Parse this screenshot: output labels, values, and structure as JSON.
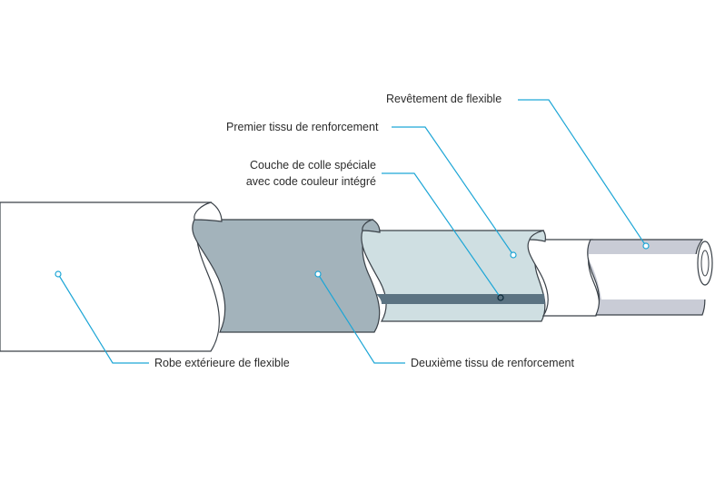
{
  "colors": {
    "outline": "#3a4148",
    "outer_cover": "#ffffff",
    "second_reinforcement": "#a3b3bb",
    "first_reinforcement": "#cfdfe2",
    "color_code_stripe": "#5b7382",
    "tube": "#c9ccd6",
    "leader": "#1ea6d6"
  },
  "labels": {
    "tube_lining": "Revêtement de flexible",
    "first_reinforcement": "Premier tissu de renforcement",
    "adhesive_line1": "Couche de colle spéciale",
    "adhesive_line2": "avec code couleur intégré",
    "outer_cover": "Robe extérieure de flexible",
    "second_reinforcement": "Deuxième tissu de renforcement"
  }
}
